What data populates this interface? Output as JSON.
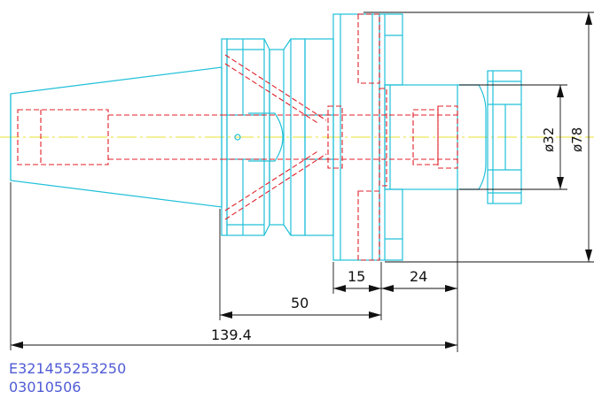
{
  "colors": {
    "outline": "#20c0d8",
    "hidden": "#e0202a",
    "centerline": "#e8e030",
    "dimension": "#111111",
    "code_text": "#4f5bd5",
    "background": "#ffffff"
  },
  "dimensions": {
    "d_15": "15",
    "d_24": "24",
    "d_50": "50",
    "d_139_4": "139.4",
    "dia_32": "ø32",
    "dia_78": "ø78"
  },
  "part_codes": {
    "line1": "E321455253250",
    "line2": "03010506"
  }
}
